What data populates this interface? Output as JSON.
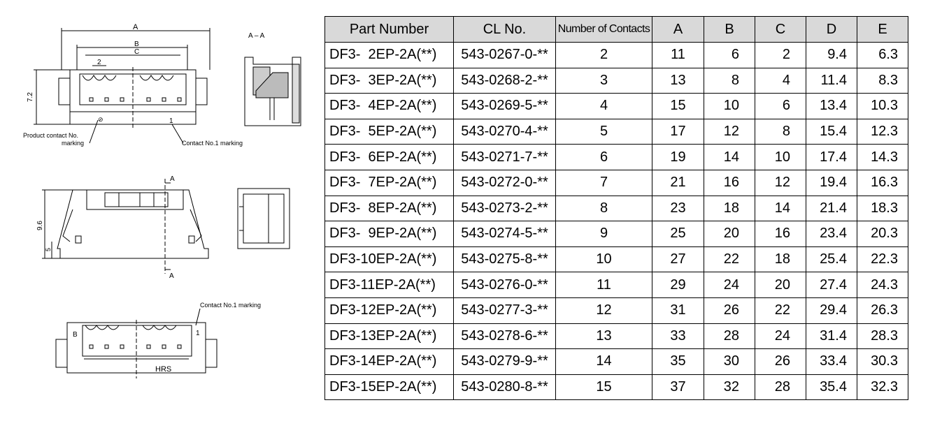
{
  "drawing": {
    "top_view": {
      "dim_a": "A",
      "dim_b": "B",
      "dim_c": "C",
      "dim_pitch": "2",
      "dim_height": "7.2",
      "section_label": "A – A",
      "product_contact_label_1": "Product contact No.",
      "product_contact_label_2": "marking",
      "contact_no1_label": "Contact No.1 marking",
      "contact_no1_number": "1"
    },
    "front_view": {
      "section_mark_top": "A",
      "section_mark_bottom": "A",
      "dim_height": "9.6",
      "dim_small": "5"
    },
    "bottom_view": {
      "contact_no1_label": "Contact No.1 marking",
      "contact_no1_number": "1",
      "dim_b": "B",
      "brand_mark": "HRS"
    }
  },
  "table": {
    "headers": [
      "Part Number",
      "CL No.",
      "Number of Contacts",
      "A",
      "B",
      "C",
      "D",
      "E"
    ],
    "rows": [
      [
        "DF3-  2EP-2A(**)",
        "543-0267-0-**",
        "2",
        "11",
        "6",
        "2",
        "9.4",
        "6.3"
      ],
      [
        "DF3-  3EP-2A(**)",
        "543-0268-2-**",
        "3",
        "13",
        "8",
        "4",
        "11.4",
        "8.3"
      ],
      [
        "DF3-  4EP-2A(**)",
        "543-0269-5-**",
        "4",
        "15",
        "10",
        "6",
        "13.4",
        "10.3"
      ],
      [
        "DF3-  5EP-2A(**)",
        "543-0270-4-**",
        "5",
        "17",
        "12",
        "8",
        "15.4",
        "12.3"
      ],
      [
        "DF3-  6EP-2A(**)",
        "543-0271-7-**",
        "6",
        "19",
        "14",
        "10",
        "17.4",
        "14.3"
      ],
      [
        "DF3-  7EP-2A(**)",
        "543-0272-0-**",
        "7",
        "21",
        "16",
        "12",
        "19.4",
        "16.3"
      ],
      [
        "DF3-  8EP-2A(**)",
        "543-0273-2-**",
        "8",
        "23",
        "18",
        "14",
        "21.4",
        "18.3"
      ],
      [
        "DF3-  9EP-2A(**)",
        "543-0274-5-**",
        "9",
        "25",
        "20",
        "16",
        "23.4",
        "20.3"
      ],
      [
        "DF3-10EP-2A(**)",
        "543-0275-8-**",
        "10",
        "27",
        "22",
        "18",
        "25.4",
        "22.3"
      ],
      [
        "DF3-11EP-2A(**)",
        "543-0276-0-**",
        "11",
        "29",
        "24",
        "20",
        "27.4",
        "24.3"
      ],
      [
        "DF3-12EP-2A(**)",
        "543-0277-3-**",
        "12",
        "31",
        "26",
        "22",
        "29.4",
        "26.3"
      ],
      [
        "DF3-13EP-2A(**)",
        "543-0278-6-**",
        "13",
        "33",
        "28",
        "24",
        "31.4",
        "28.3"
      ],
      [
        "DF3-14EP-2A(**)",
        "543-0279-9-**",
        "14",
        "35",
        "30",
        "26",
        "33.4",
        "30.3"
      ],
      [
        "DF3-15EP-2A(**)",
        "543-0280-8-**",
        "15",
        "37",
        "32",
        "28",
        "35.4",
        "32.3"
      ]
    ]
  }
}
